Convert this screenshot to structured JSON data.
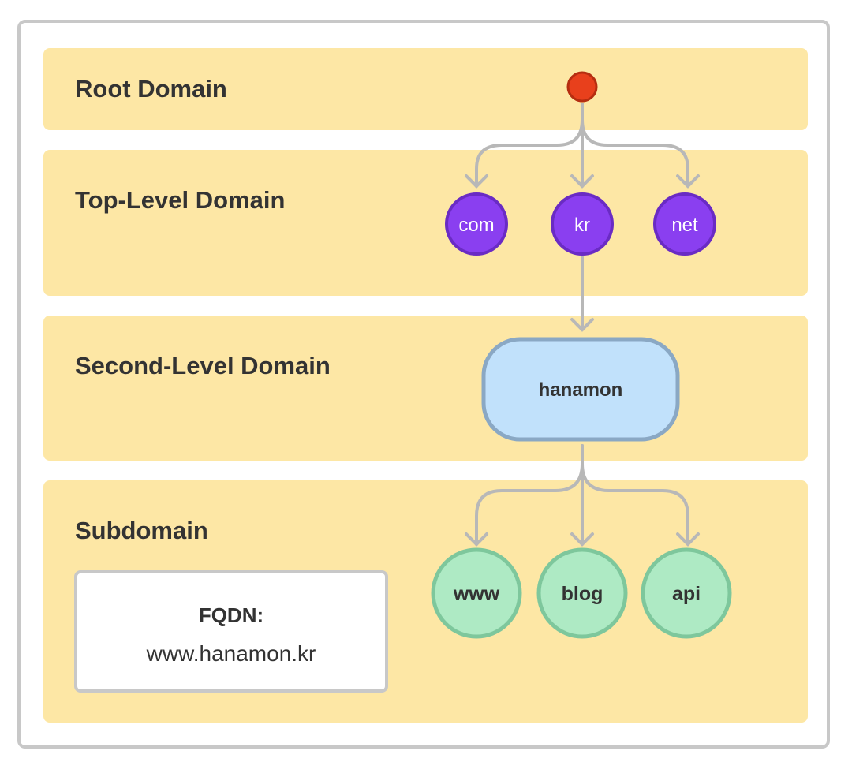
{
  "levels": {
    "root": "Root Domain",
    "tld": "Top-Level Domain",
    "sld": "Second-Level Domain",
    "sub": "Subdomain"
  },
  "nodes": {
    "tld": [
      "com",
      "kr",
      "net"
    ],
    "sld": "hanamon",
    "sub": [
      "www",
      "blog",
      "api"
    ]
  },
  "fqdn": {
    "title": "FQDN:",
    "value": "www.hanamon.kr"
  },
  "colors": {
    "band": "#fde7a5",
    "root_fill": "#e8401c",
    "root_stroke": "#b52d10",
    "tld_fill": "#8a3ff0",
    "tld_stroke": "#6a2bc4",
    "sld_fill": "#c1e1fb",
    "sld_stroke": "#8aa8c4",
    "sub_fill": "#aeeac4",
    "sub_stroke": "#7ec79c",
    "connector": "#b8b8b8"
  }
}
